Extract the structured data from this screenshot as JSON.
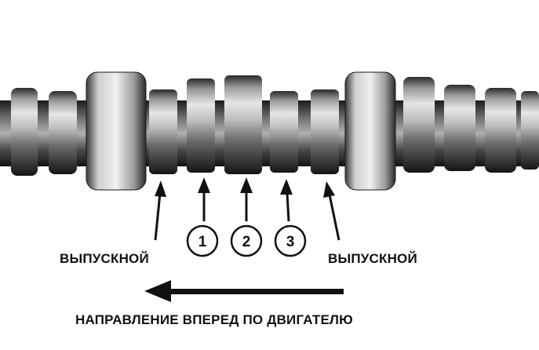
{
  "labels": {
    "exhaust_left": "ВЫПУСКНОЙ",
    "exhaust_right": "ВЫПУСКНОЙ",
    "direction": "НАПРАВЛЕНИЕ ВПЕРЕД ПО ДВИГАТЕЛЮ"
  },
  "markers": [
    {
      "number": "1"
    },
    {
      "number": "2"
    },
    {
      "number": "3"
    }
  ],
  "colors": {
    "metal_light": "#d8d8d8",
    "metal_mid": "#8a8a8a",
    "metal_dark": "#1e1e1e",
    "ink": "#111111"
  }
}
